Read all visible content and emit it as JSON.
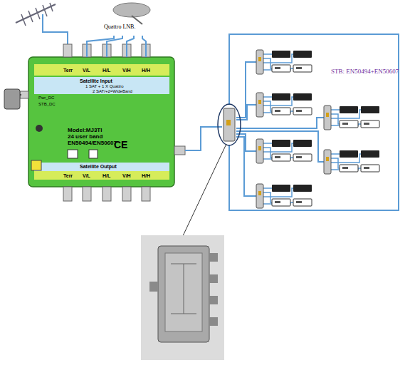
{
  "diagram": {
    "nodes": [
      {
        "text": [
          "Quattro LNB."
        ]
      },
      {
        "text": [
          "Model:MJ3TI",
          "24 user band",
          "EN50494/EN50607"
        ]
      }
    ],
    "edges": [
      {
        "from": 0,
        "to": 1,
        "arrow": "none"
      },
      {
        "from": 0,
        "to": 1,
        "arrow": "none"
      },
      {
        "from": 0,
        "to": 1,
        "arrow": "none"
      },
      {
        "from": 0,
        "to": 1,
        "arrow": "none"
      }
    ],
    "labels": [
      "Terr",
      "V/L",
      "H/L",
      "V/H",
      "H/H",
      "Satellite Input",
      "1 SAT + 1 X Quattro",
      "2 SAT/+2=WideBand",
      "Pwr_DC",
      "STB_DC",
      "Satellite Output",
      "Terr",
      "V/L",
      "H/L",
      "V/H",
      "H/H",
      "CE",
      "STB: EN50494+EN50607"
    ]
  }
}
